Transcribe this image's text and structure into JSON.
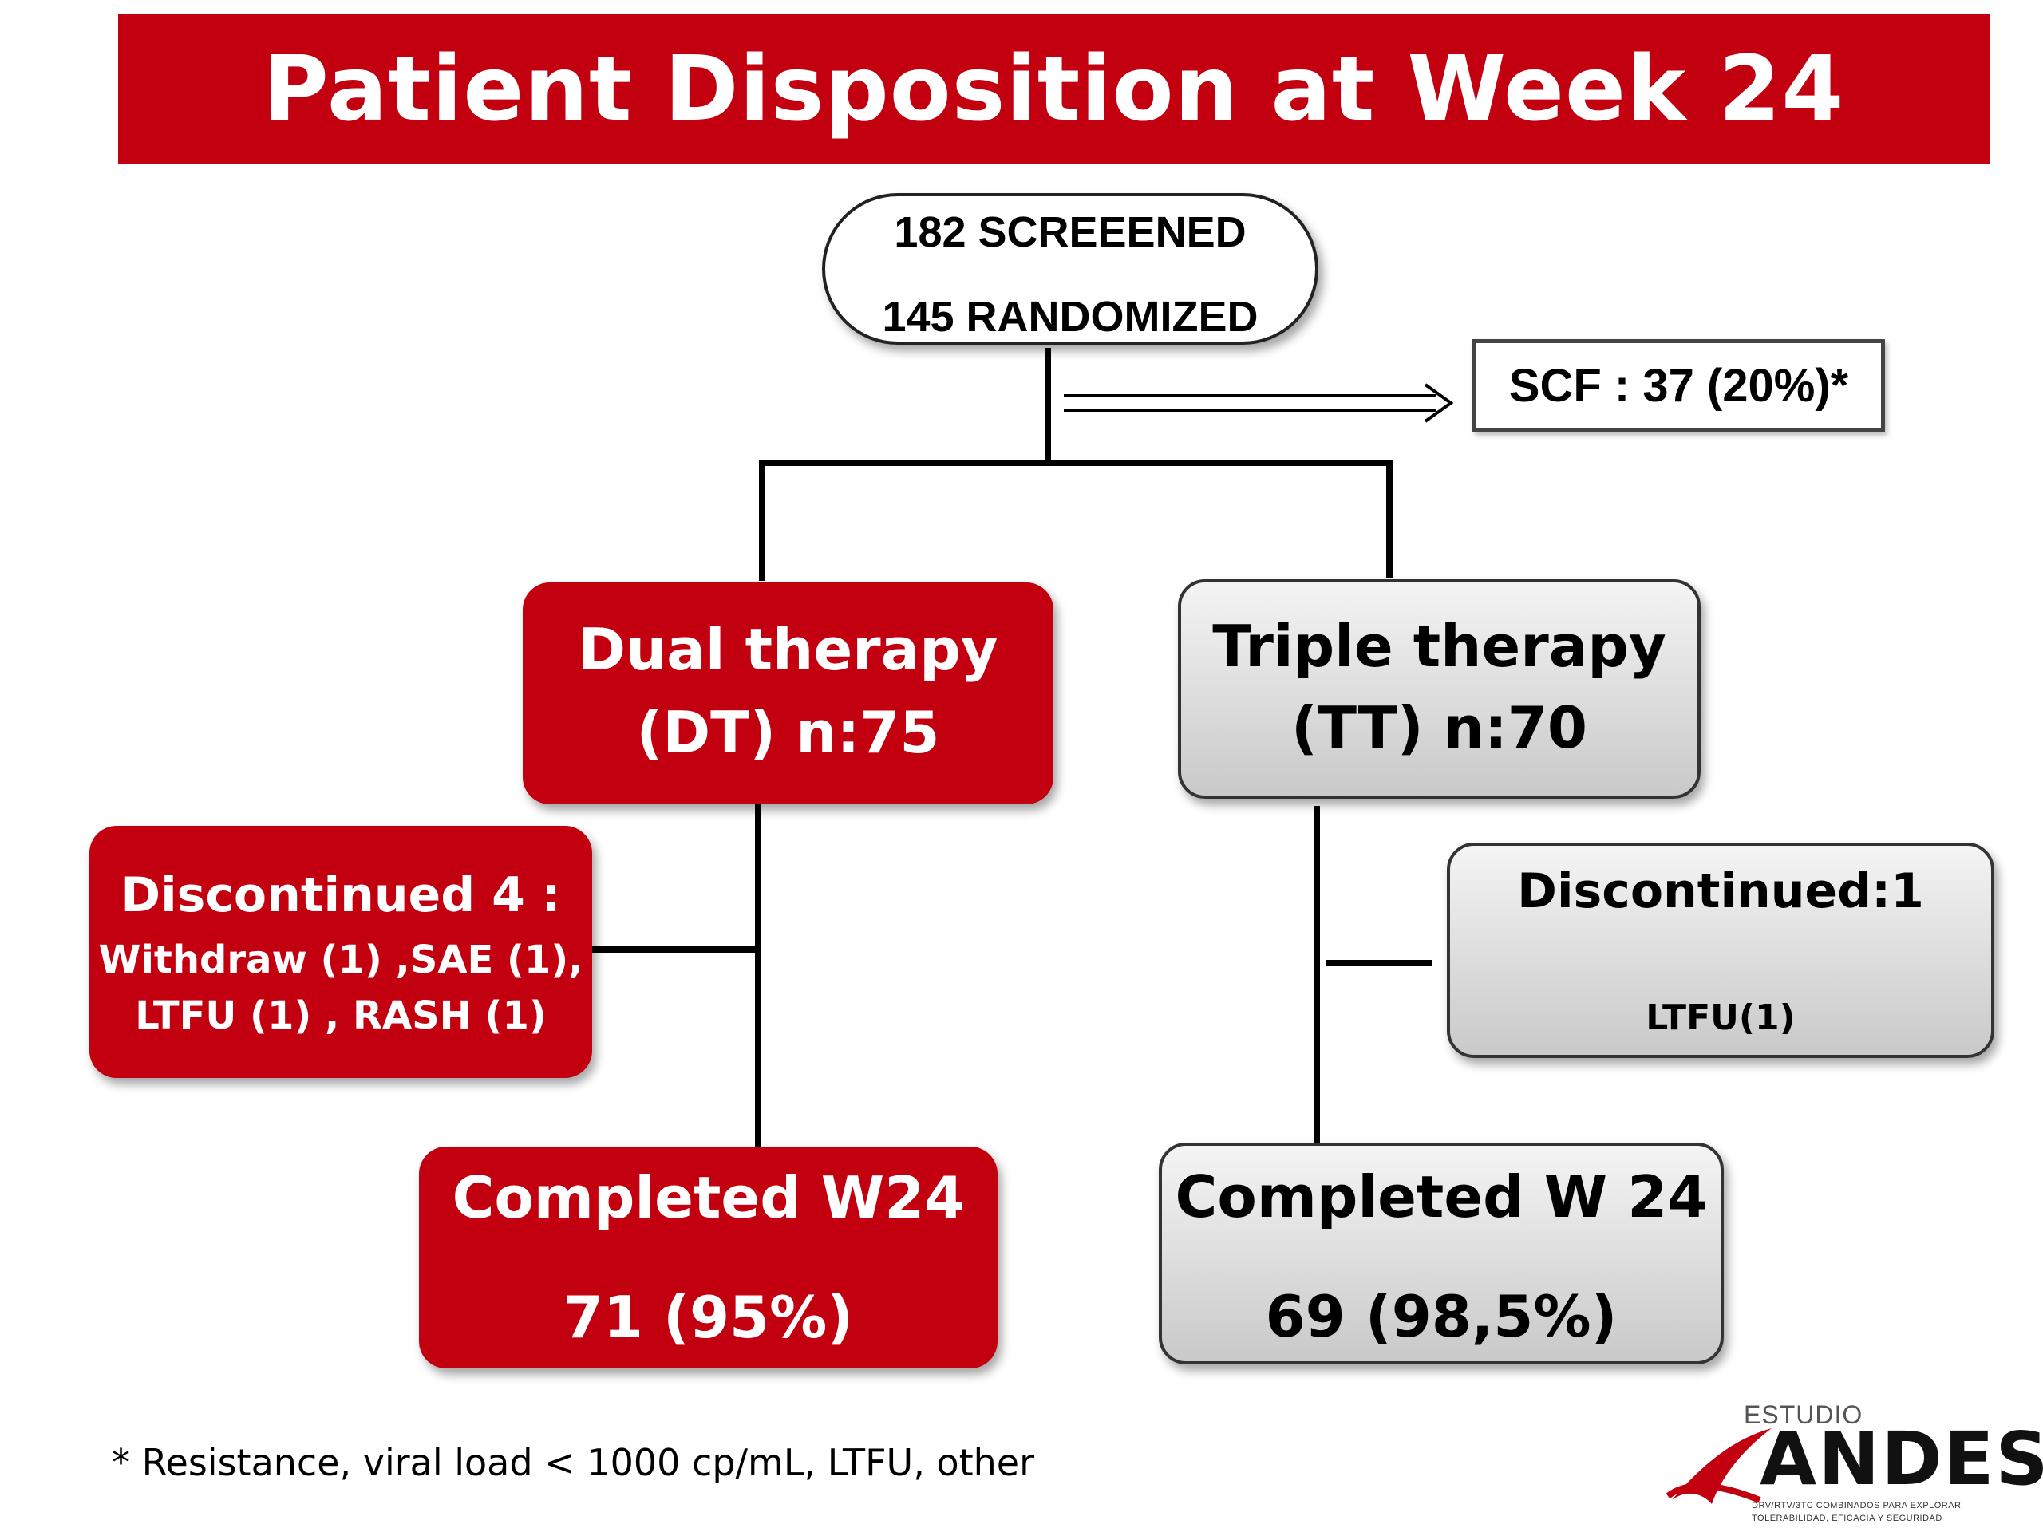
{
  "title": "Patient Disposition at Week 24",
  "screening": {
    "screened": "182 SCREEENED",
    "randomized": "145 RANDOMIZED"
  },
  "scf": "SCF : 37 (20%)*",
  "dual": {
    "line1": "Dual therapy",
    "line2": "(DT)  n:75",
    "discontinued_title": "Discontinued 4 :",
    "discontinued_line1": "Withdraw (1) ,SAE (1),",
    "discontinued_line2": "LTFU (1) , RASH (1)",
    "completed_title": "Completed W24",
    "completed_value": "71  (95%)"
  },
  "triple": {
    "line1": "Triple therapy",
    "line2": "(TT)  n:70",
    "discontinued_title": "Discontinued:1",
    "discontinued_line1": "LTFU(1)",
    "completed_title": "Completed W 24",
    "completed_value": "69 (98,5%)"
  },
  "footnote": "* Resistance, viral load < 1000 cp/mL, LTFU, other",
  "logo": {
    "top": "ESTUDIO",
    "main": "ANDES",
    "sub1": "DRV/RTV/3TC COMBINADOS PARA EXPLORAR",
    "sub2": "TOLERABILIDAD, EFICACIA Y SEGURIDAD"
  },
  "colors": {
    "dual_red": "#c3000f",
    "triple_grey": "#d9d9d9",
    "line": "#000000"
  }
}
